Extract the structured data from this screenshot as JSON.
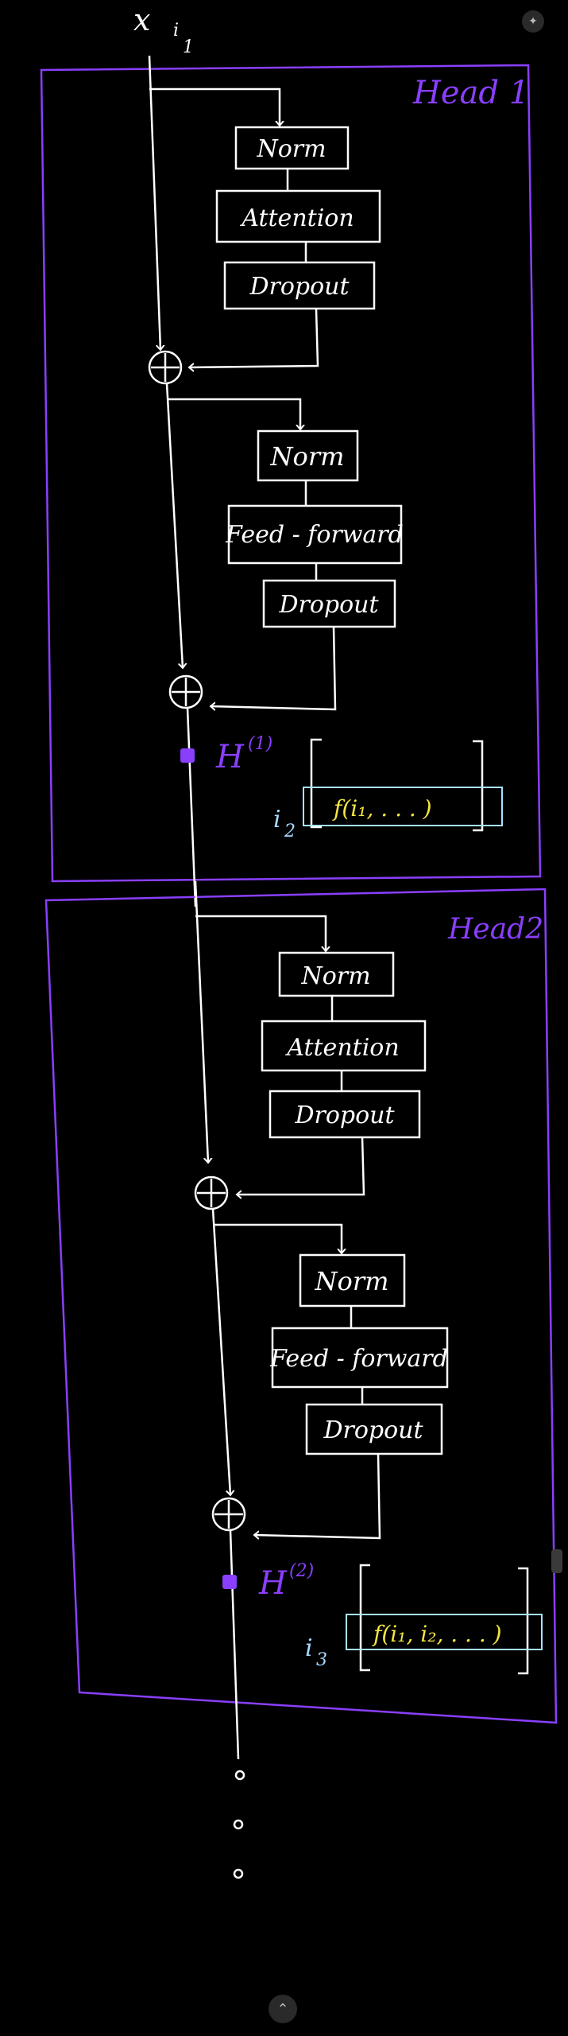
{
  "colors": {
    "stroke": "#ffffff",
    "frame": "#8a3ffc",
    "node": "#8a3ffc",
    "index": "#a8d8ff",
    "func": "#f4e542",
    "funcbox": "#a8e4ff"
  },
  "input": {
    "symbol": "x",
    "subscript": "i",
    "subscript_index": "1"
  },
  "heads": [
    {
      "title": "Head 1",
      "blocks": {
        "norm1": "Norm",
        "attention": "Attention",
        "dropout1": "Dropout",
        "norm2": "Norm",
        "ffn": "Feed - forward",
        "dropout2": "Dropout"
      },
      "add_symbol": "+",
      "hidden_label": "H",
      "hidden_sup": "(1)",
      "next_index": "i",
      "next_index_sub": "2",
      "func_text": "f(i₁, . . . )"
    },
    {
      "title": "Head2",
      "blocks": {
        "norm1": "Norm",
        "attention": "Attention",
        "dropout1": "Dropout",
        "norm2": "Norm",
        "ffn": "Feed - forward",
        "dropout2": "Dropout"
      },
      "add_symbol": "+",
      "hidden_label": "H",
      "hidden_sup": "(2)",
      "next_index": "i",
      "next_index_sub": "3",
      "func_text": "f(i₁, i₂, . . . )"
    }
  ],
  "icons": {
    "pin": "pin-icon",
    "up": "chevron-up-icon"
  }
}
